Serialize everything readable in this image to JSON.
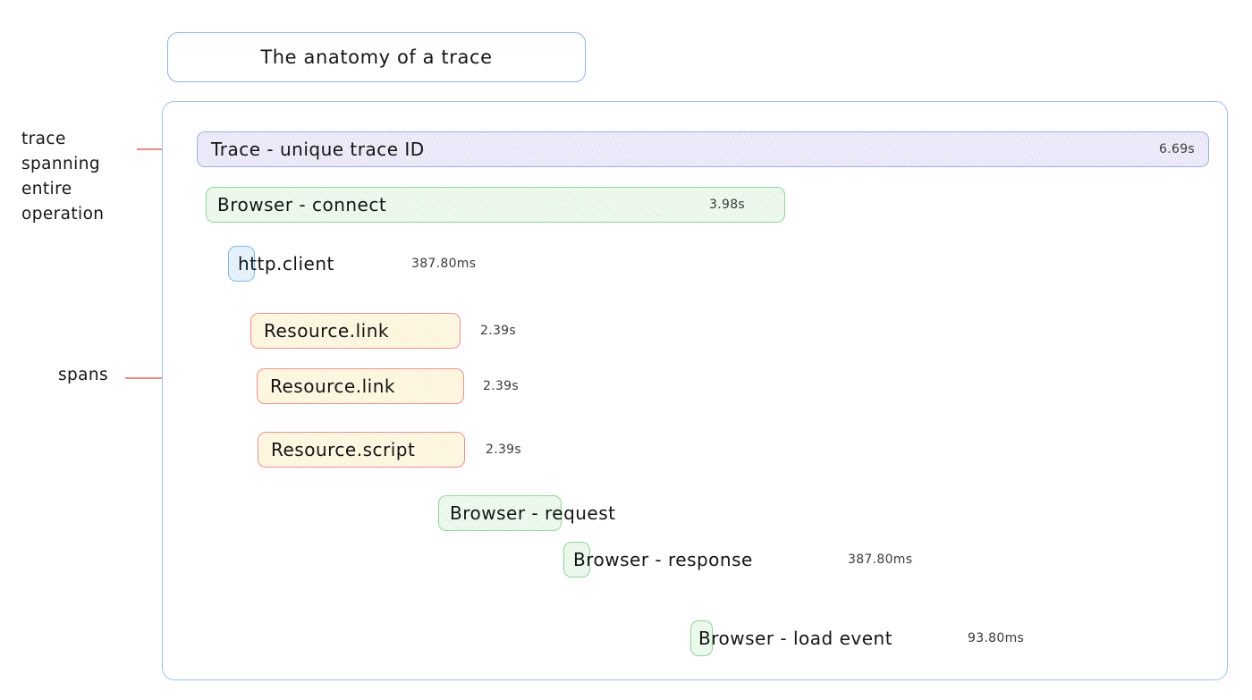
{
  "title": {
    "text": "The anatomy of a trace"
  },
  "annotations": [
    {
      "name": "trace-annotation",
      "text": "trace\nspanning\nentire\noperation"
    },
    {
      "name": "spans-annotation",
      "text": "spans"
    }
  ],
  "colors": {
    "container_border": "#9dc0e8",
    "title_border": "#8fb4e3",
    "annotation_line": "#ef8a8a",
    "trace_bar_fill": "#e2e0f7",
    "trace_bar_border": "#9ab0e2",
    "browser_bar_fill": "#e3f6e3",
    "browser_bar_border": "#8fd39a",
    "http_bar_fill": "#d9ecfb",
    "http_bar_border": "#7fb6e8",
    "resource_bar_fill": "#fdf2d2",
    "resource_bar_border": "#f08f90"
  },
  "spans": [
    {
      "id": "trace",
      "label": "Trace - unique trace ID",
      "duration": "6.69s",
      "duration_inside": true
    },
    {
      "id": "browser-connect",
      "label": "Browser - connect",
      "duration": "3.98s",
      "duration_inside": true
    },
    {
      "id": "http-client",
      "label": "http.client",
      "duration": "387.80ms",
      "duration_inside": false
    },
    {
      "id": "resource-link-1",
      "label": "Resource.link",
      "duration": "2.39s",
      "duration_inside": false
    },
    {
      "id": "resource-link-2",
      "label": "Resource.link",
      "duration": "2.39s",
      "duration_inside": false
    },
    {
      "id": "resource-script",
      "label": "Resource.script",
      "duration": "2.39s",
      "duration_inside": false
    },
    {
      "id": "browser-request",
      "label": "Browser - request",
      "duration": "",
      "duration_inside": false
    },
    {
      "id": "browser-response",
      "label": "Browser - response",
      "duration": "387.80ms",
      "duration_inside": false
    },
    {
      "id": "browser-load-event",
      "label": "Browser - load event",
      "duration": "93.80ms",
      "duration_inside": false
    }
  ]
}
